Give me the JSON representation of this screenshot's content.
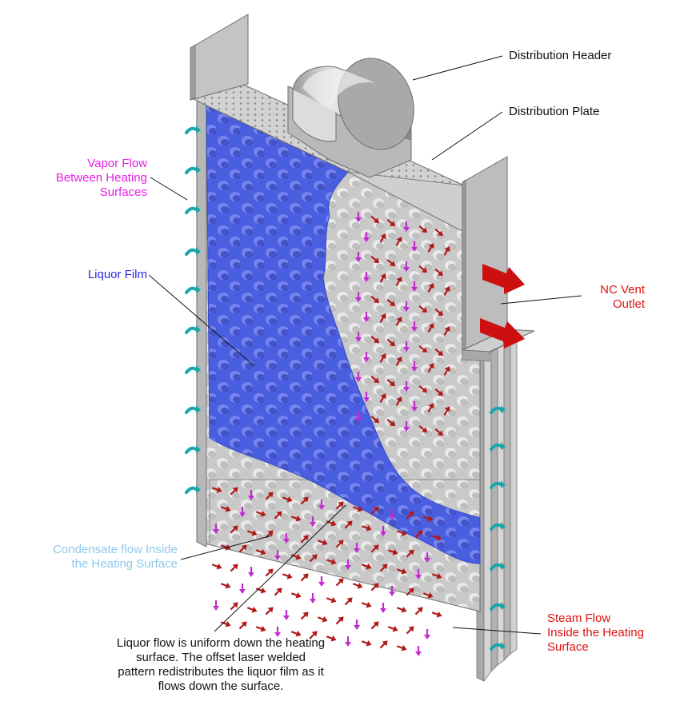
{
  "colors": {
    "magenta": "#e61ee6",
    "blue": "#2a2ae0",
    "red": "#e01010",
    "light_blue": "#8ec8ea",
    "black": "#111111",
    "liquor_film": "#4a5ee0",
    "steel": "#c8c8c8",
    "arrow_teal": "#1aa6a8",
    "arrow_red": "#b01818",
    "arrow_purple": "#c22bd0"
  },
  "labels": {
    "distribution_header": [
      "Distribution Header"
    ],
    "distribution_plate": [
      "Distribution Plate"
    ],
    "vapor_flow": [
      "Vapor Flow",
      "Between Heating",
      "Surfaces"
    ],
    "liquor_film": [
      "Liquor Film"
    ],
    "nc_vent": [
      "NC Vent",
      "Outlet"
    ],
    "condensate_flow": [
      "Condensate flow Inside",
      "the Heating Surface"
    ],
    "steam_flow": [
      "Steam Flow",
      "Inside the Heating",
      "Surface"
    ],
    "liquor_flow_note": [
      "Liquor flow is uniform down the heating",
      "surface. The offset laser welded",
      "pattern redistributes the liquor film as it",
      "flows down the surface."
    ]
  },
  "icons": {
    "vapor_arrow": "curved-teal-arrow-icon",
    "vent_arrow": "red-block-arrow-icon",
    "steam_arrow": "small-red-arrow-icon",
    "condensate_arrow": "small-purple-arrow-icon"
  }
}
